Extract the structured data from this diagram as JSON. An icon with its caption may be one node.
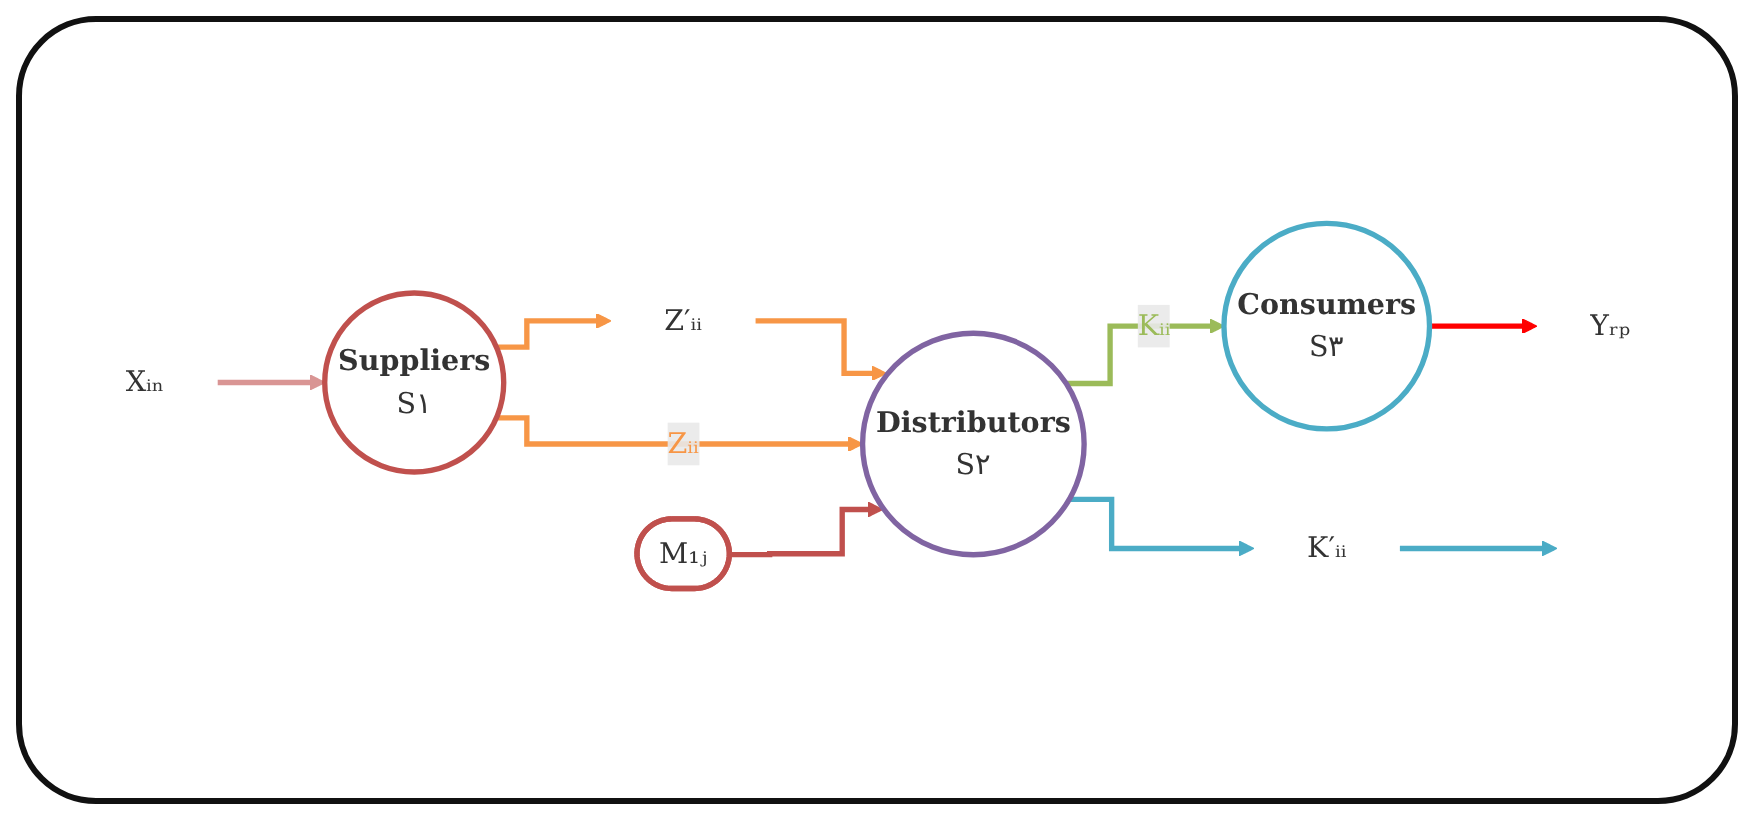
{
  "diagram": {
    "nodes": [
      {
        "text": [
          "Xᵢₙ"
        ]
      },
      {
        "text": [
          "Suppliers",
          "S۱"
        ]
      },
      {
        "text": [
          "Z′ᵢᵢ"
        ]
      },
      {
        "text": [
          "Distributors",
          "S۲"
        ]
      },
      {
        "text": [
          "M₁ⱼ"
        ]
      },
      {
        "text": [
          "Consumers",
          "S۳"
        ]
      },
      {
        "text": [
          "Yᵣₚ"
        ]
      },
      {
        "text": [
          "K′ᵢᵢ"
        ]
      }
    ],
    "edges": [
      {
        "from": 0,
        "to": 1,
        "arrow": "to",
        "color": "#d99594"
      },
      {
        "from": 1,
        "to": 2,
        "arrow": "to"
      },
      {
        "from": 2,
        "to": 3,
        "arrow": "to"
      },
      {
        "from": 1,
        "to": 3,
        "arrow": "to",
        "label": "Zᵢᵢ"
      },
      {
        "from": 4,
        "to": 3,
        "arrow": "to",
        "color": "#c0504d"
      },
      {
        "from": 3,
        "to": 5,
        "arrow": "to",
        "label": "Kᵢᵢ",
        "color": "#9bbb59"
      },
      {
        "from": 5,
        "to": 6,
        "arrow": "to",
        "color": "#ff0000"
      },
      {
        "from": 3,
        "to": 7,
        "arrow": "to",
        "color": "#4bacc6"
      },
      {
        "from": 7,
        "to": null,
        "arrow": "to",
        "color": "#4bacc6"
      }
    ]
  }
}
